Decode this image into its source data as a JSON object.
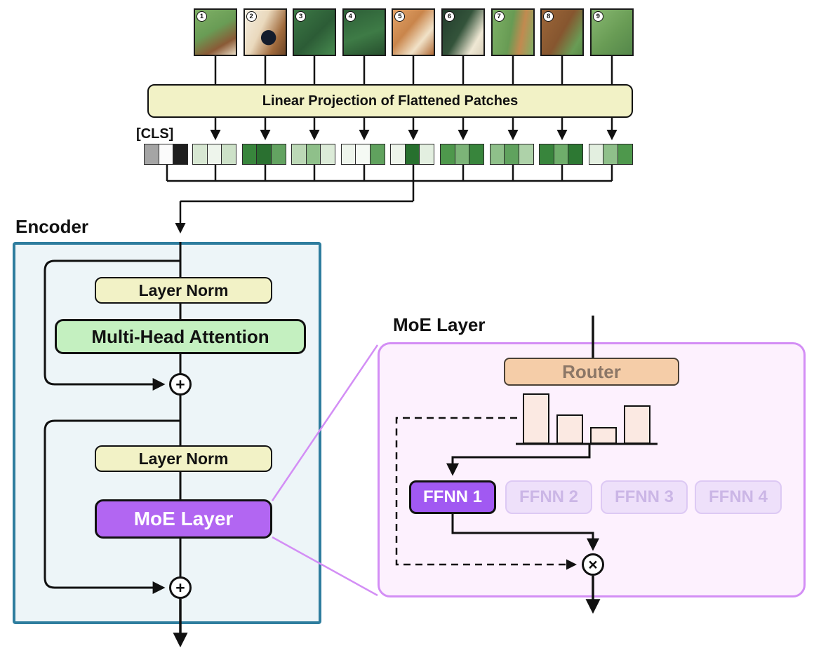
{
  "header": {
    "projection_label": "Linear Projection of Flattened Patches",
    "cls_label": "[CLS]"
  },
  "patches": [
    {
      "num": "1",
      "bg": "linear-gradient(150deg, #7fb066 0%, #699c55 45%, #8a5a36 75%, #e8dcc4 100%)"
    },
    {
      "num": "2",
      "bg": "radial-gradient(circle at 58% 62%, #141c2c 0%, #141c2c 20%, rgba(0,0,0,0) 21%), linear-gradient(115deg, #f4eee0 0%, #ead9bd 40%, #a06a3c 75%, #6d4526 100%)"
    },
    {
      "num": "3",
      "bg": "linear-gradient(135deg, #3c7845 0%, #2c5c36 55%, #478a4f 100%)"
    },
    {
      "num": "4",
      "bg": "linear-gradient(160deg, #2d5f37 0%, #3e7b46 55%, #27502e 100%)"
    },
    {
      "num": "5",
      "bg": "linear-gradient(130deg, #e2a368 0%, #c9854b 40%, #f1e2c8 70%, #b06a36 100%)"
    },
    {
      "num": "6",
      "bg": "linear-gradient(120deg, #223d2c 0%, #33533a 45%, #efe8d4 78%, #d9d0ba 100%)"
    },
    {
      "num": "7",
      "bg": "linear-gradient(100deg, #7cb065 0%, #689b54 45%, #c28a50 70%, #7fb066 100%)"
    },
    {
      "num": "8",
      "bg": "linear-gradient(120deg, #9c6639 0%, #86562f 50%, #699c55 82%, #5b8c49 100%)"
    },
    {
      "num": "9",
      "bg": "linear-gradient(135deg, #88b871 0%, #699c55 55%, #54874a 100%)"
    }
  ],
  "tokens": {
    "cls_colors": [
      "#a5a5a5",
      "#fbfbfb",
      "#1e1e1e"
    ],
    "groups": [
      [
        "#d7e7d2",
        "#eef5ec",
        "#cde1c8"
      ],
      [
        "#38853c",
        "#2a7030",
        "#63a361"
      ],
      [
        "#bcd8b6",
        "#8fc08a",
        "#dcebd8"
      ],
      [
        "#eef5ec",
        "#f5faf4",
        "#60a25e"
      ],
      [
        "#edf4ea",
        "#27702e",
        "#e3efe0"
      ],
      [
        "#4e984c",
        "#7cb478",
        "#38853c"
      ],
      [
        "#8fc08a",
        "#60a25e",
        "#aed2a9"
      ],
      [
        "#38853c",
        "#6fae6b",
        "#2d7833"
      ],
      [
        "#e3efe0",
        "#8fc08a",
        "#4e984c"
      ]
    ]
  },
  "encoder": {
    "title": "Encoder",
    "blocks": {
      "layer_norm_1": "Layer Norm",
      "mha": "Multi-Head Attention",
      "layer_norm_2": "Layer Norm",
      "moe": "MoE Layer"
    },
    "add_symbol": "+"
  },
  "moe_detail": {
    "title": "MoE Layer",
    "router_label": "Router",
    "router_weights": [
      72,
      42,
      24,
      55
    ],
    "experts": [
      {
        "label": "FFNN 1",
        "active": true
      },
      {
        "label": "FFNN 2",
        "active": false
      },
      {
        "label": "FFNN 3",
        "active": false
      },
      {
        "label": "FFNN 4",
        "active": false
      }
    ],
    "multiply_symbol": "×"
  },
  "colors": {
    "accent_purple": "#a159f2",
    "moe_box_purple": "#b266f2",
    "detail_border": "#d38ef5",
    "encoder_border": "#2e7d9e",
    "box_yellow": "#f2f2c6",
    "box_green": "#c4f0c0",
    "router_tan": "#f5cda8",
    "bar_fill": "#fbe9e2"
  }
}
